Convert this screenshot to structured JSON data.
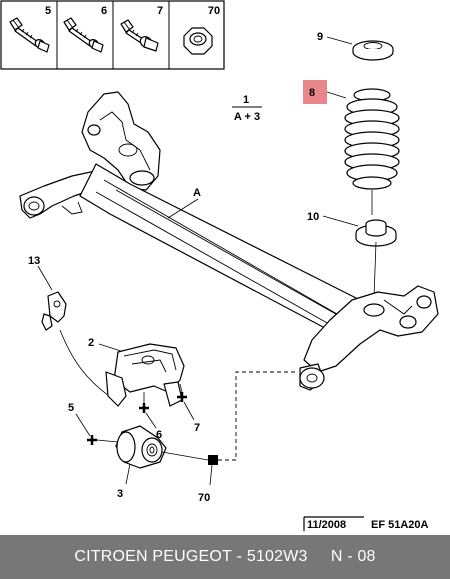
{
  "header_parts": [
    {
      "ref": "5",
      "icon": "bolt-flange-icon"
    },
    {
      "ref": "6",
      "icon": "bolt-flange-long-icon"
    },
    {
      "ref": "7",
      "icon": "bolt-flange-short-icon"
    },
    {
      "ref": "70",
      "icon": "nut-icon"
    }
  ],
  "callouts": {
    "c1": "1",
    "c_a3": "A + 3",
    "a": "A",
    "c2": "2",
    "c3": "3",
    "c5": "5",
    "c6": "6",
    "c7": "7",
    "c8": "8",
    "c9": "9",
    "c10": "10",
    "c13": "13",
    "c70": "70"
  },
  "date_code": "11/2008",
  "doc_code": "EF 51A20A",
  "footer": {
    "brand": "CITROEN PEUGEOT",
    "separator": " - ",
    "part_number": "5102W3",
    "section": "N - 08"
  },
  "colors": {
    "highlight": "#e8868a",
    "footer_bg": "#777777"
  }
}
